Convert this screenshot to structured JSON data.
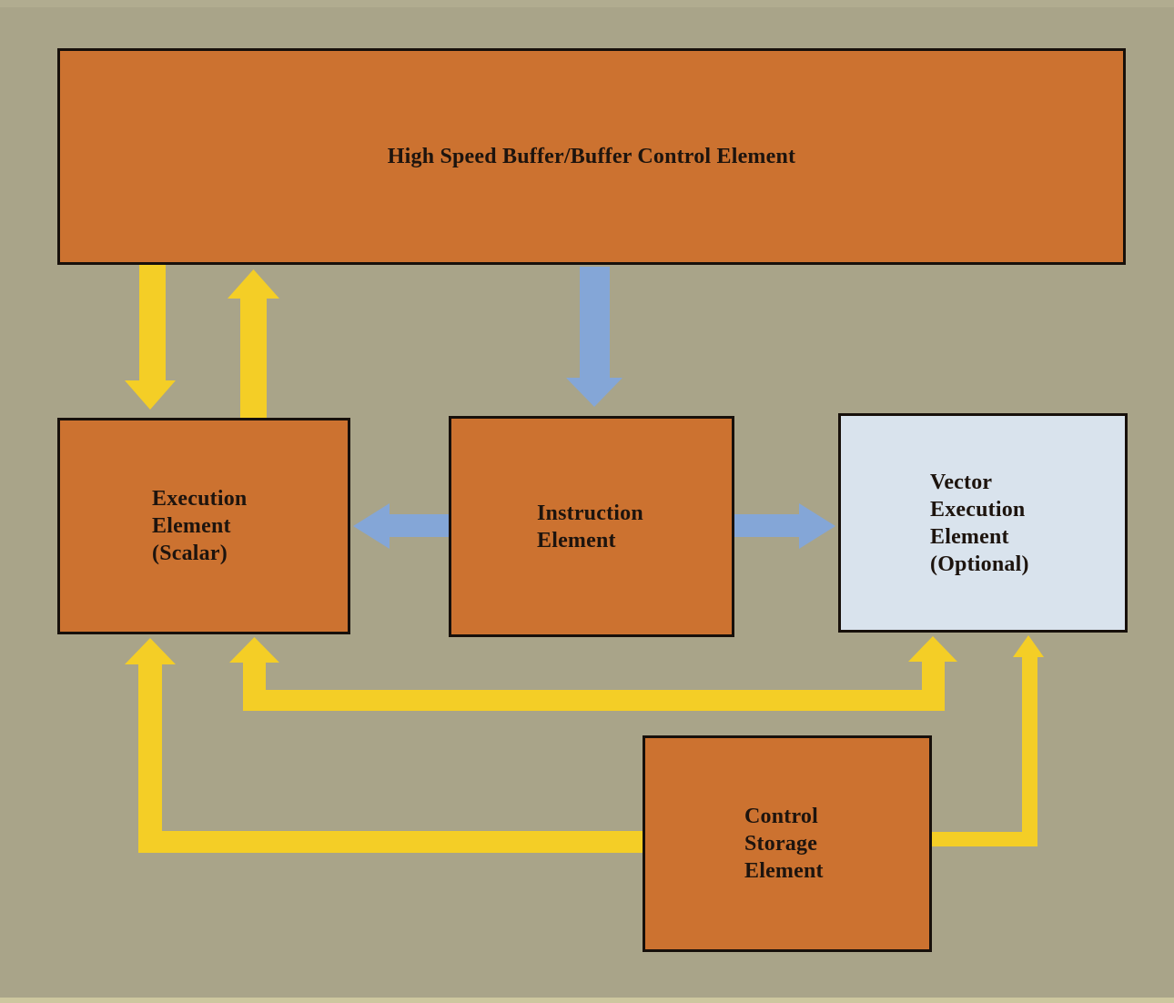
{
  "colors": {
    "background": "#a9a489",
    "box-orange": "#cc7230",
    "box-lightblue": "#d9e3ed",
    "arrow-yellow": "#f4ce26",
    "arrow-blue": "#84a6d7",
    "box-border": "#17100b",
    "text": "#1d140e"
  },
  "boxes": {
    "buffer": {
      "label": "High Speed Buffer/Buffer Control Element"
    },
    "execution": {
      "lines": [
        "Execution",
        "Element",
        "(Scalar)"
      ]
    },
    "instruction": {
      "lines": [
        "Instruction",
        "Element"
      ]
    },
    "vector": {
      "lines": [
        "Vector",
        "Execution",
        "Element",
        "(Optional)"
      ]
    },
    "control": {
      "lines": [
        "Control",
        "Storage",
        "Element"
      ]
    }
  },
  "connections": [
    {
      "from": "High Speed Buffer/Buffer Control Element",
      "to": "Execution Element (Scalar)",
      "color": "#f4ce26",
      "direction": "down"
    },
    {
      "from": "Execution Element (Scalar)",
      "to": "High Speed Buffer/Buffer Control Element",
      "color": "#f4ce26",
      "direction": "up"
    },
    {
      "from": "High Speed Buffer/Buffer Control Element",
      "to": "Instruction Element",
      "color": "#84a6d7",
      "direction": "down"
    },
    {
      "from": "Instruction Element",
      "to": "Execution Element (Scalar)",
      "color": "#84a6d7",
      "direction": "left"
    },
    {
      "from": "Instruction Element",
      "to": "Vector Execution Element (Optional)",
      "color": "#84a6d7",
      "direction": "right"
    },
    {
      "from": "Execution Element (Scalar)",
      "to": "Vector Execution Element (Optional)",
      "color": "#f4ce26",
      "direction": "up-both-ends"
    },
    {
      "from": "Control Storage Element",
      "to": "Execution Element (Scalar)",
      "color": "#f4ce26",
      "direction": "up"
    },
    {
      "from": "Control Storage Element",
      "to": "Vector Execution Element (Optional)",
      "color": "#f4ce26",
      "direction": "up"
    }
  ]
}
